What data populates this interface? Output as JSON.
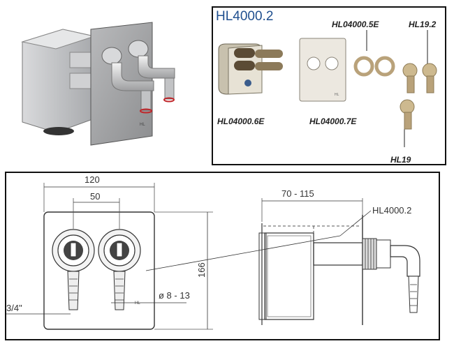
{
  "product_panel": {
    "title": "HL4000.2",
    "labels": {
      "cap_pair": "HL04000.5E",
      "elbow_pair": "HL19.2",
      "elbow_single": "HL19",
      "box": "HL04000.6E",
      "cover": "HL04000.7E"
    }
  },
  "render_mark": "HL",
  "drawing": {
    "dim_width": "120",
    "dim_spacing": "50",
    "dim_height": "166",
    "dim_thread": "3/4\"",
    "dim_hose": "ø 8 - 13",
    "dim_depth": "70 - 115",
    "callout": "HL4000.2",
    "front_mark": "HL"
  },
  "colors": {
    "border": "#111111",
    "title_blue": "#1f4f8f",
    "cover_grey": "#a9aaab",
    "box_grey": "#c8c9cb",
    "brass": "#b9a27a",
    "red_ring": "#c0262a"
  }
}
